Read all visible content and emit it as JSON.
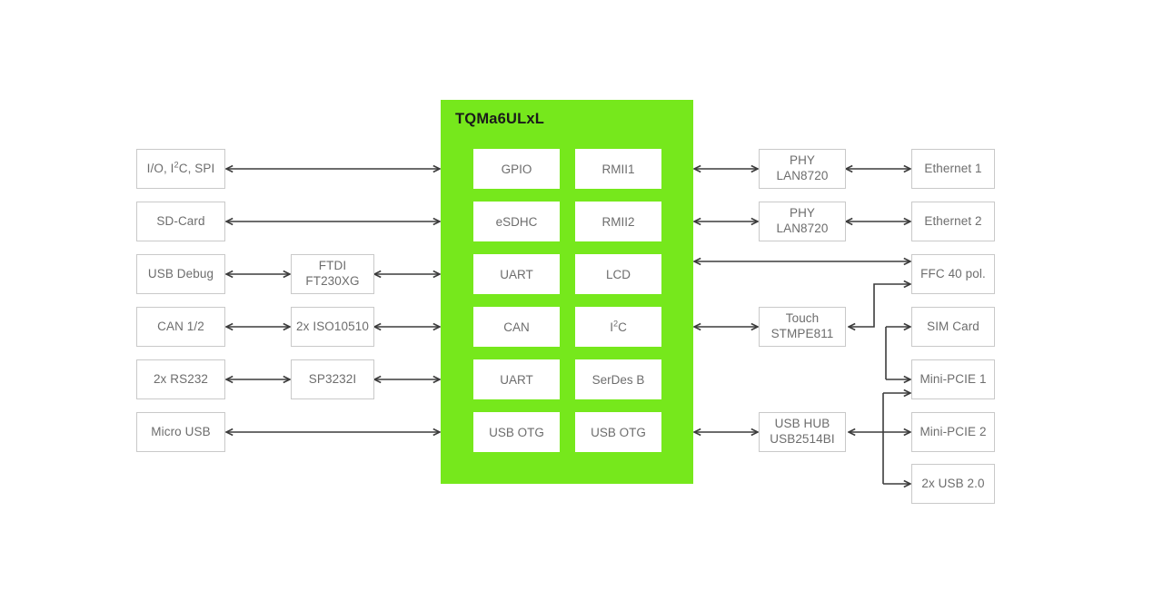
{
  "diagram": {
    "title": "TQMa6ULxL",
    "module_color": "#76e81c",
    "box_border_color": "#c9c9c9",
    "box_text_color": "#6d6d6d",
    "wire_color": "#3c3c3c",
    "background": "#ffffff"
  },
  "left_column": [
    {
      "label": "I/O, I²C, SPI"
    },
    {
      "label": "SD-Card"
    },
    {
      "label": "USB Debug"
    },
    {
      "label": "CAN 1/2"
    },
    {
      "label": "2x RS232"
    },
    {
      "label": "Micro USB"
    }
  ],
  "left_mid_column": [
    {
      "line1": "FTDI",
      "line2": "FT230XG"
    },
    {
      "line1": "2x ISO10510",
      "line2": ""
    },
    {
      "line1": "SP3232I",
      "line2": ""
    }
  ],
  "module_interfaces_left": [
    {
      "label": "GPIO"
    },
    {
      "label": "eSDHC"
    },
    {
      "label": "UART"
    },
    {
      "label": "CAN"
    },
    {
      "label": "UART"
    },
    {
      "label": "USB OTG"
    }
  ],
  "module_interfaces_right": [
    {
      "label": "RMII1"
    },
    {
      "label": "RMII2"
    },
    {
      "label": "LCD"
    },
    {
      "label": "I²C"
    },
    {
      "label": "SerDes B"
    },
    {
      "label": "USB OTG"
    }
  ],
  "right_mid_column": [
    {
      "line1": "PHY",
      "line2": "LAN8720"
    },
    {
      "line1": "PHY",
      "line2": "LAN8720"
    },
    {
      "line1": "Touch",
      "line2": "STMPE811"
    },
    {
      "line1": "USB HUB",
      "line2": "USB2514BI"
    }
  ],
  "right_column": [
    {
      "label": "Ethernet 1"
    },
    {
      "label": "Ethernet 2"
    },
    {
      "label": "FFC 40 pol."
    },
    {
      "label": "SIM Card"
    },
    {
      "label": "Mini-PCIE 1"
    },
    {
      "label": "Mini-PCIE 2"
    },
    {
      "label": "2x USB 2.0"
    }
  ]
}
